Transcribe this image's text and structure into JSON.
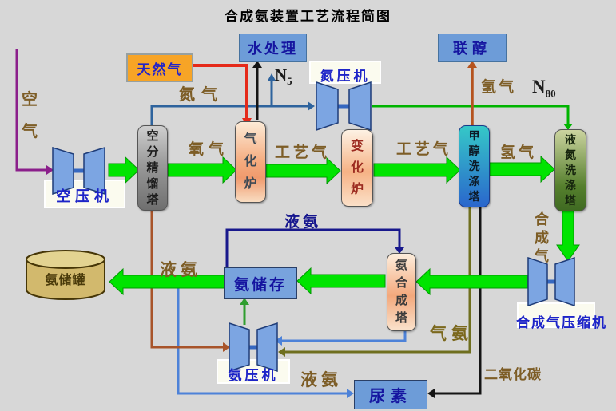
{
  "title": "合成氨装置工艺流程简图",
  "colors": {
    "background": "#d7d7d7",
    "block_arrow_green": "#00e400",
    "unit_box_blue": "#6d9cd8",
    "natural_gas_orange": "#f7a426",
    "compressor_blue": "#7ca5e2",
    "stream_label_brown": "#7d5d26",
    "liquid_ammonia_navy": "#18188c",
    "tank_tan": "#d2b96d"
  },
  "units": {
    "natural_gas": "天然气",
    "water_treatment": "水处理",
    "nitrogen_compressor": "氮压机",
    "methanol_coproduction": "联醇",
    "air_compressor": "空压机",
    "air_separation_tower": "空分精馏塔",
    "gasifier": "气化炉",
    "shift_converter": "变化炉",
    "methanol_wash_tower": "甲醇洗涤塔",
    "liquid_nitrogen_wash_tower": "液氮洗涤塔",
    "ammonia_synthesis_tower": "氨合成塔",
    "ammonia_storage": "氨储存",
    "ammonia_tank": "氨储罐",
    "ammonia_compressor": "氨压机",
    "syngas_compressor": "合成气压缩机",
    "urea": "尿素"
  },
  "streams": {
    "air": "空气",
    "nitrogen": "氮气",
    "n5": {
      "base": "N",
      "sub": "5"
    },
    "oxygen": "氧气",
    "process_gas_1": "工艺气",
    "process_gas_2": "工艺气",
    "hydrogen_top": "氢气",
    "hydrogen_mid": "氢气",
    "n80": {
      "base": "N",
      "sub": "80"
    },
    "syngas": "合成气",
    "liquid_ammonia_loop": "液氨",
    "liquid_ammonia_tank": "液氨",
    "gas_ammonia": "气氨",
    "liquid_ammonia_urea": "液氨",
    "carbon_dioxide": "二氧化碳"
  }
}
